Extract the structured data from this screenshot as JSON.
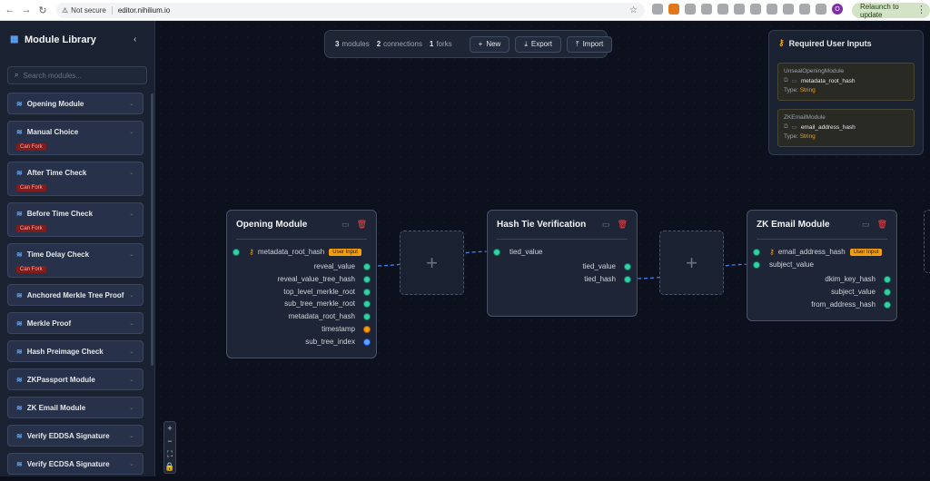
{
  "browser": {
    "security": "Not secure",
    "url": "editor.nihilium.io",
    "relaunch": "Relaunch to update",
    "profile_initial": "O"
  },
  "sidebar": {
    "title": "Module Library",
    "search_placeholder": "Search modules...",
    "fork_badge": "Can Fork",
    "items": [
      {
        "label": "Opening Module",
        "fork": false
      },
      {
        "label": "Manual Choice",
        "fork": true
      },
      {
        "label": "After Time Check",
        "fork": true
      },
      {
        "label": "Before Time Check",
        "fork": true
      },
      {
        "label": "Time Delay Check",
        "fork": true
      },
      {
        "label": "Anchored Merkle Tree Proof",
        "fork": false
      },
      {
        "label": "Merkle Proof",
        "fork": false
      },
      {
        "label": "Hash Preimage Check",
        "fork": false
      },
      {
        "label": "ZKPassport Module",
        "fork": false
      },
      {
        "label": "ZK Email Module",
        "fork": false
      },
      {
        "label": "Verify EDDSA Signature",
        "fork": false
      },
      {
        "label": "Verify ECDSA Signature",
        "fork": false
      }
    ]
  },
  "toolbar": {
    "modules_count": "3",
    "modules_label": "modules",
    "connections_count": "2",
    "connections_label": "connections",
    "forks_count": "1",
    "forks_label": "forks",
    "new_label": "New",
    "export_label": "Export",
    "import_label": "Import"
  },
  "required_inputs": {
    "title": "Required User Inputs",
    "type_prefix": "Type:",
    "items": [
      {
        "module": "UnsealOpeningModule",
        "field": "metadata_root_hash",
        "type": "String"
      },
      {
        "module": "ZKEmailModule",
        "field": "email_address_hash",
        "type": "String"
      }
    ]
  },
  "badge_user_input": "User Input",
  "nodes": {
    "opening": {
      "title": "Opening Module",
      "input": "metadata_root_hash",
      "outputs": [
        "reveal_value",
        "reveal_value_tree_hash",
        "top_level_merkle_root",
        "sub_tree_merkle_root",
        "metadata_root_hash",
        "timestamp",
        "sub_tree_index"
      ]
    },
    "hashtie": {
      "title": "Hash Tie Verification",
      "input": "tied_value",
      "outputs": [
        "tied_value",
        "tied_hash"
      ]
    },
    "zkemail": {
      "title": "ZK Email Module",
      "inputs": [
        "email_address_hash",
        "subject_value"
      ],
      "outputs": [
        "dkim_key_hash",
        "subject_value",
        "from_address_hash"
      ]
    }
  },
  "colors": {
    "accent": "#60a5fa",
    "port": "#34d399",
    "user_input": "#f59e0b",
    "delete": "#ef4444"
  }
}
